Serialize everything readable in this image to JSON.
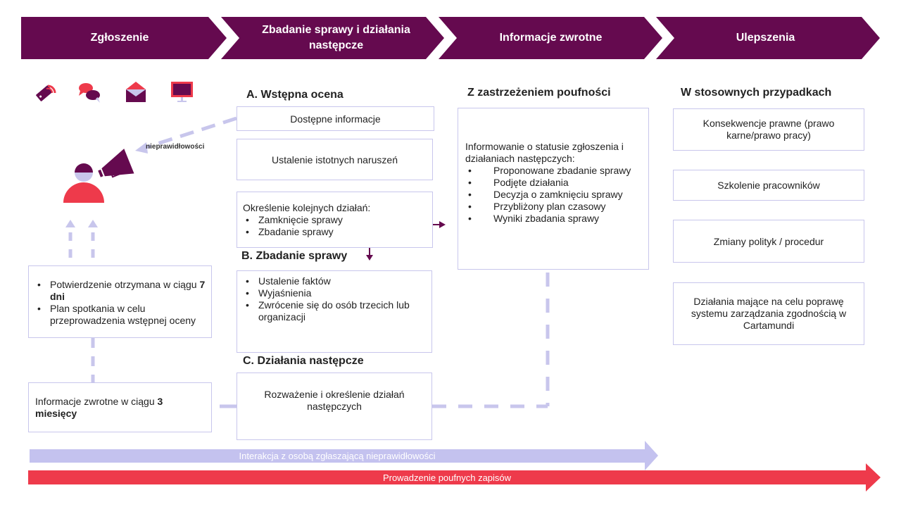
{
  "colors": {
    "phase": "#650a4f",
    "accent_red": "#ee3a4b",
    "lavender": "#c8c6ec",
    "dark_arrow": "#650a4f"
  },
  "phases": [
    {
      "label": "Zgłoszenie"
    },
    {
      "label": "Zbadanie sprawy i działania następcze"
    },
    {
      "label": "Informacje zwrotne"
    },
    {
      "label": "Ulepszenia"
    }
  ],
  "channel_icons": [
    "phone-icon",
    "chat-icon",
    "envelope-icon",
    "monitor-icon"
  ],
  "reporter": {
    "icon": "person-megaphone-icon",
    "arrow_label": "nieprawidłowości"
  },
  "column1": {
    "ack_box": {
      "items": [
        {
          "text": "Potwierdzenie otrzymana w ciągu ",
          "bold": "7 dni"
        },
        {
          "text": "Plan spotkania w celu przeprowadzenia wstępnej oceny",
          "bold": ""
        }
      ]
    },
    "feedback_box": {
      "text": "Informacje zwrotne w ciągu ",
      "bold": "3 miesięcy"
    }
  },
  "column2": {
    "section_a": {
      "title": "A. Wstępna ocena",
      "box1": "Dostępne informacje",
      "box2": "Ustalenie istotnych naruszeń",
      "box3": {
        "heading": "Określenie kolejnych działań:",
        "items": [
          "Zamknięcie sprawy",
          "Zbadanie sprawy"
        ]
      }
    },
    "section_b": {
      "title": "B. Zbadanie sprawy",
      "items": [
        "Ustalenie faktów",
        "Wyjaśnienia",
        "Zwrócenie się do osób trzecich lub organizacji"
      ]
    },
    "section_c": {
      "title": "C. Działania następcze",
      "box": "Rozważenie i określenie działań następczych"
    }
  },
  "column3": {
    "title": "Z zastrzeżeniem poufności",
    "intro": "Informowanie o statusie zgłoszenia i działaniach następczych:",
    "items": [
      "Proponowane zbadanie sprawy",
      "Podjęte działania",
      "Decyzja o zamknięciu sprawy",
      "Przybliżony plan czasowy",
      "Wyniki zbadania sprawy"
    ]
  },
  "column4": {
    "title": "W stosownych przypadkach",
    "boxes": [
      "Konsekwencje prawne (prawo karne/prawo pracy)",
      "Szkolenie pracowników",
      "Zmiany polityk / procedur",
      "Działania mające na celu poprawę systemu zarządzania zgodnością w Cartamundi"
    ]
  },
  "bands": {
    "interaction": "Interakcja z osobą zgłaszającą nieprawidłowości",
    "records": "Prowadzenie poufnych zapisów"
  }
}
